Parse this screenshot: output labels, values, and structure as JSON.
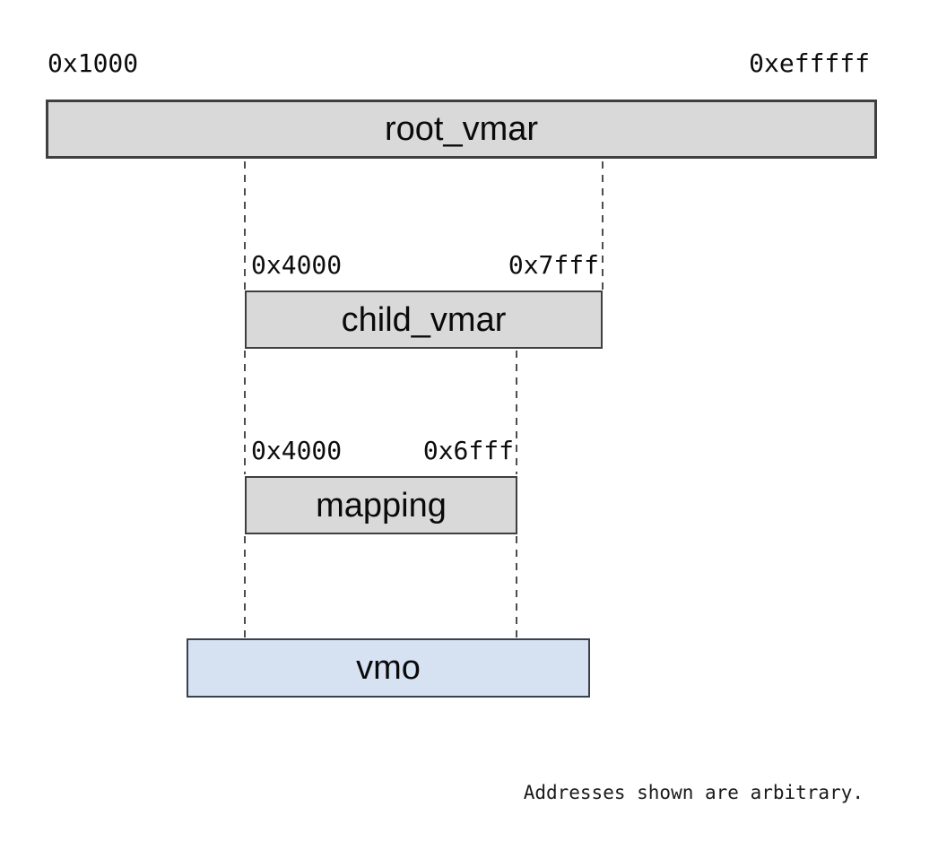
{
  "diagram": {
    "title_semantics": "virtual memory address region hierarchy",
    "top_left_address": "0x1000",
    "top_right_address": "0xefffff",
    "boxes": {
      "root_vmar": {
        "label": "root_vmar"
      },
      "child_vmar": {
        "label": "child_vmar",
        "start_address": "0x4000",
        "end_address": "0x7fff"
      },
      "mapping": {
        "label": "mapping",
        "start_address": "0x4000",
        "end_address": "0x6fff"
      },
      "vmo": {
        "label": "vmo"
      }
    },
    "footnote": "Addresses shown are arbitrary.",
    "colors": {
      "region_fill": "#d9d9d9",
      "region_border": "#3f3f3f",
      "vmo_fill": "#d6e2f2",
      "vmo_border": "#39414d",
      "dash_color": "#4d4d4d"
    }
  }
}
